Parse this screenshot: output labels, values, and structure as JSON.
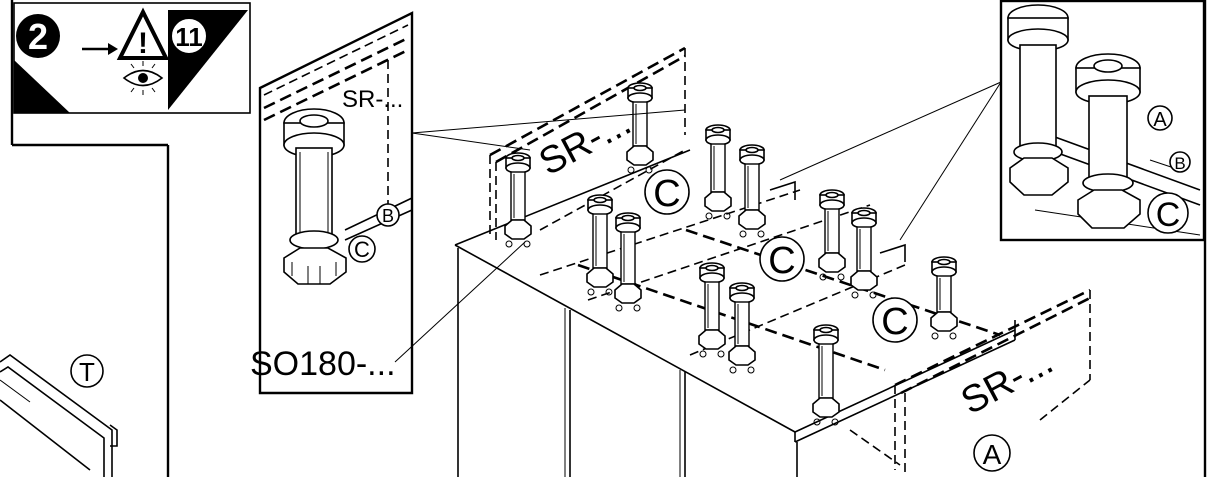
{
  "badges": {
    "step": "2",
    "warning_symbol": "!",
    "ref_step": "11"
  },
  "labels": {
    "rail_main": "SR-...",
    "rail_front": "SR-...",
    "rail_detail": "SR-...",
    "leg_model": "SO180-...",
    "component_c": "C",
    "component_a": "A",
    "component_b": "B",
    "component_t": "T"
  },
  "icons": {
    "arrow": "arrow-right-icon",
    "warning": "warning-triangle-icon",
    "eye": "eye-icon"
  },
  "colors": {
    "line": "#000000",
    "background": "#ffffff"
  }
}
